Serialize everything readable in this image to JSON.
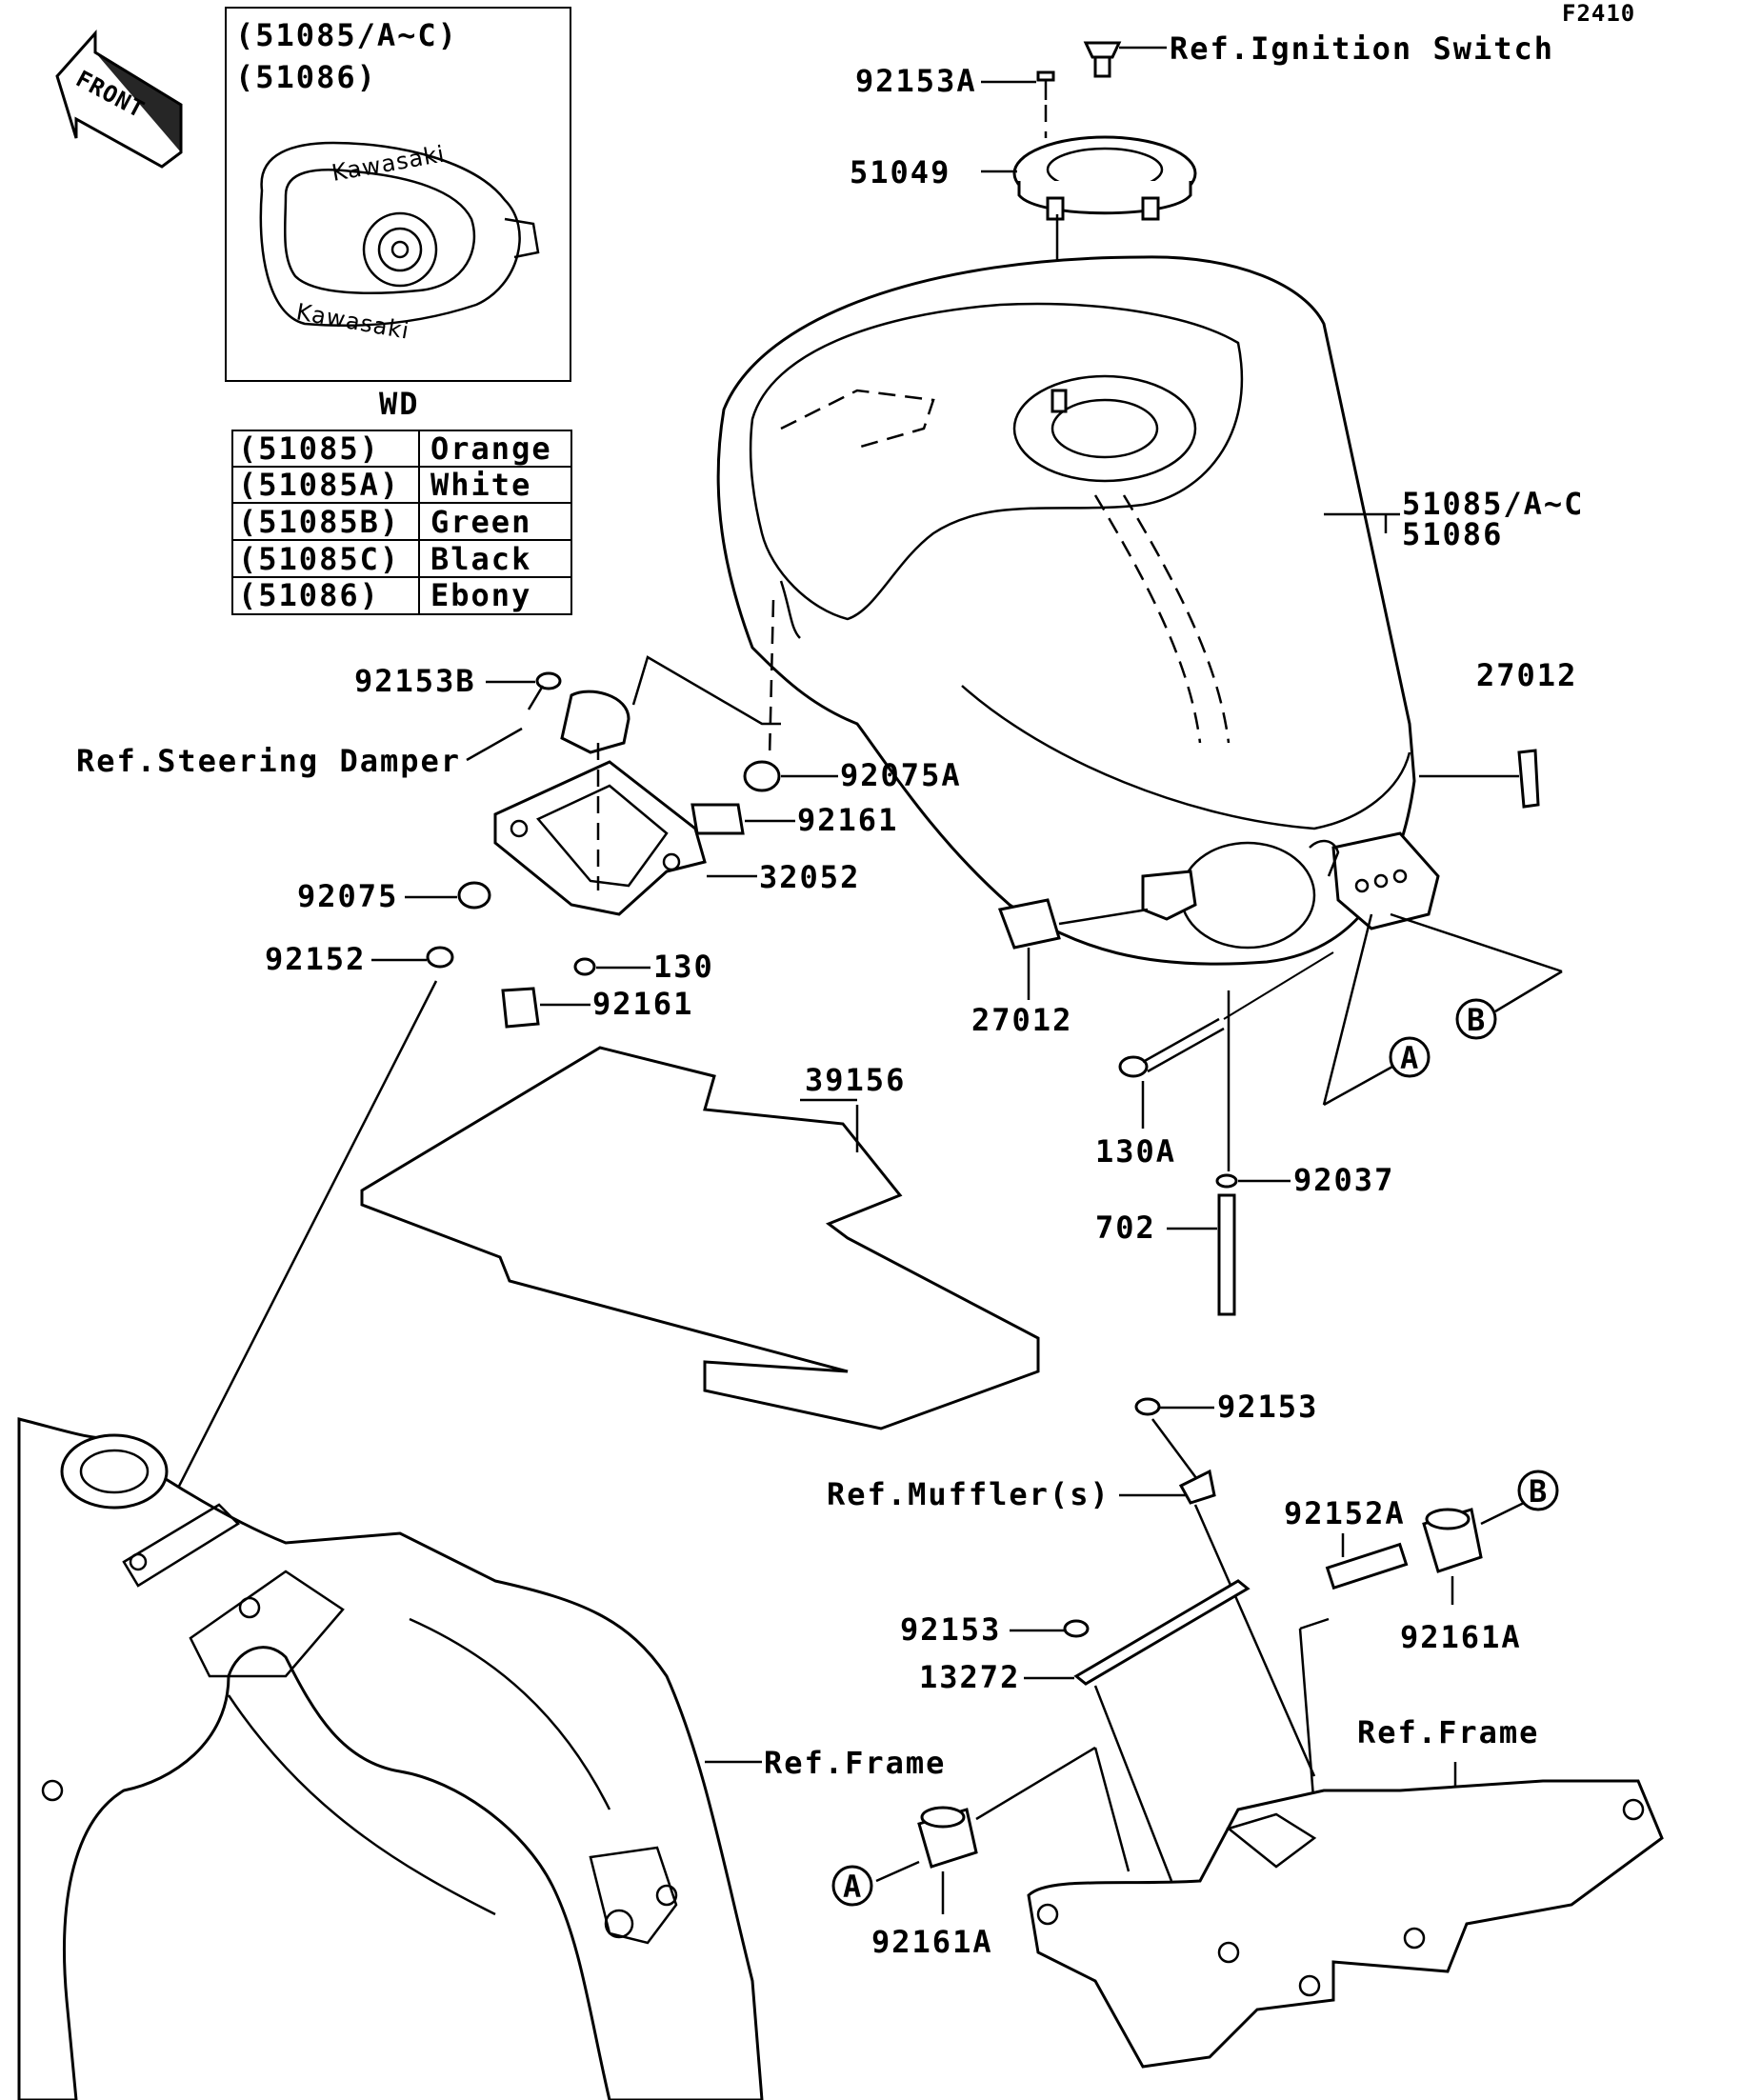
{
  "figure_code": "F2410",
  "front_label": "FRONT",
  "inset": {
    "models": [
      "(51085/A~C)",
      "(51086)"
    ],
    "caption": "WD"
  },
  "color_table": [
    {
      "part": "(51085)",
      "color": "Orange"
    },
    {
      "part": "(51085A)",
      "color": "White"
    },
    {
      "part": "(51085B)",
      "color": "Green"
    },
    {
      "part": "(51085C)",
      "color": "Black"
    },
    {
      "part": "(51086)",
      "color": "Ebony"
    }
  ],
  "labels": {
    "ref_ignition_switch": "Ref.Ignition Switch",
    "p92153A": "92153A",
    "p51049": "51049",
    "tank_1": "51085/A~C",
    "tank_2": "51086",
    "p27012_right": "27012",
    "p92153B": "92153B",
    "ref_steering_damper": "Ref.Steering Damper",
    "p92075A": "92075A",
    "p92161_top": "92161",
    "p32052": "32052",
    "p92075": "92075",
    "p92152": "92152",
    "p130": "130",
    "p92161_bottom": "92161",
    "p27012_center": "27012",
    "marker_B_top": "B",
    "marker_A_top": "A",
    "p130A": "130A",
    "p92037": "92037",
    "p702": "702",
    "p39156": "39156",
    "p92153_top": "92153",
    "ref_muffler": "Ref.Muffler(s)",
    "p92152A": "92152A",
    "marker_B_bottom": "B",
    "p92161A_right": "92161A",
    "p92153_mid": "92153",
    "p13272": "13272",
    "ref_frame_right": "Ref.Frame",
    "ref_frame_left": "Ref.Frame",
    "marker_A_bottom": "A",
    "p92161A_left": "92161A"
  }
}
